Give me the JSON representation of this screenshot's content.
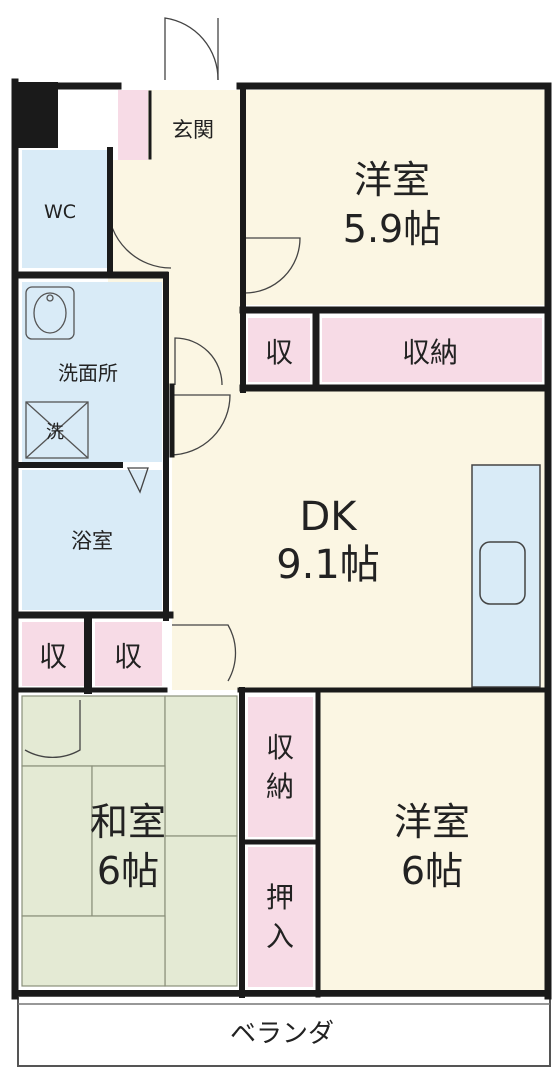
{
  "rooms": {
    "genkan": "玄関",
    "wc": "WC",
    "senmenjo": "洗面所",
    "sentaku": "洗",
    "yokushitsu": "浴室",
    "yoshitsu_top": {
      "name": "洋室",
      "size": "5.9帖"
    },
    "dk": {
      "name": "DK",
      "size": "9.1帖"
    },
    "washitsu": {
      "name": "和室",
      "size": "6帖"
    },
    "yoshitsu_bottom": {
      "name": "洋室",
      "size": "6帖"
    },
    "veranda": "ベランダ"
  },
  "storage": {
    "shu": "収",
    "shuno": "収納",
    "shuno_v1": "収",
    "shuno_v2": "納",
    "oshiire_v1": "押",
    "oshiire_v2": "入"
  },
  "colors": {
    "wall": "#1a1a1a",
    "western_room": "#fbf6e3",
    "wet_area": "#d9ebf7",
    "storage": "#f7dbe6",
    "tatami": "#e4ead4",
    "veranda": "#ffffff"
  }
}
